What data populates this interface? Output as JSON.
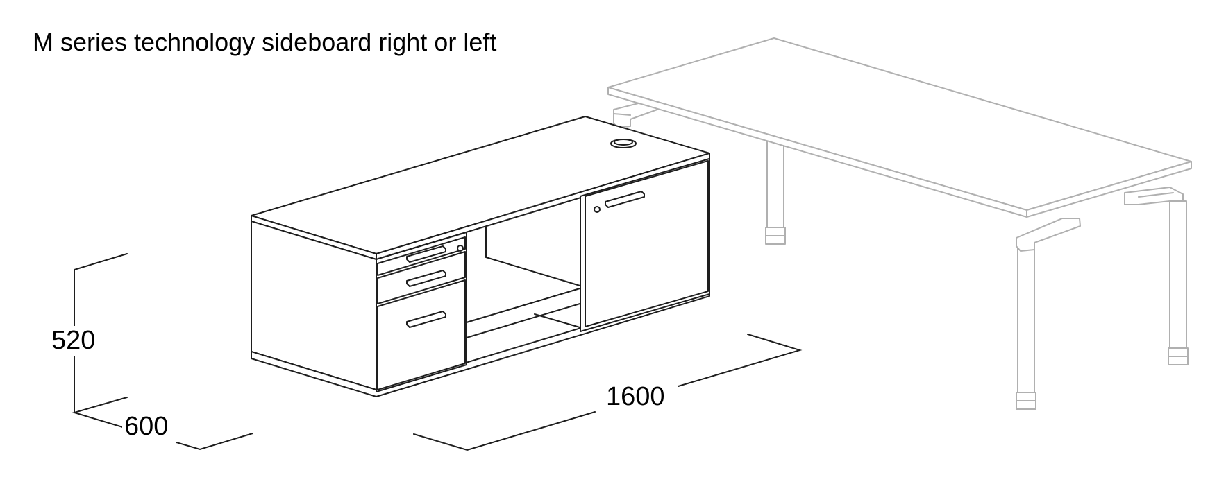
{
  "title": "M series technology sideboard right or left",
  "dimensions": {
    "height": "520",
    "depth": "600",
    "width": "1600"
  },
  "colors": {
    "sideboard_line": "#1e1e1e",
    "desk_line": "#b0b0b0",
    "background": "#ffffff"
  }
}
